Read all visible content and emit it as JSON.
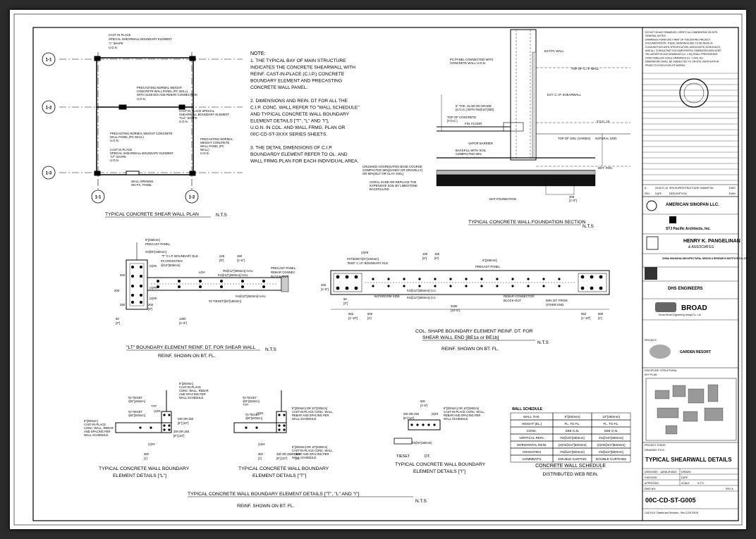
{
  "sheet_id": "00C-CD-ST-G005",
  "plan": {
    "title": "TYPICAL CONCRETE SHEAR WALL PLAN",
    "nts": "N.T.S",
    "grid_left": [
      "1-1",
      "1-2",
      "1-3"
    ],
    "grid_bottom": [
      "1-1",
      "1-2"
    ],
    "labels": [
      "CAST IN PLACE",
      "SPECIAL SHEARWALL BOUNDARY ELEMENT",
      "\"L\" SHAPE",
      "U.O.N.",
      "PRECASTING NORMAL WEIGHT",
      "CONCRETE WALL PANEL (PC WALL)",
      "WITH SLEEVES AND REBAR CONNECTION",
      "U.O.N.",
      "CAST IN PLACE SPECIAL",
      "SHEARWALL BOUNDARY ELEMENT",
      "\"Col.\" SHAPE",
      "U.O.N.",
      "PRECASTING NORMAL WEIGHT CONCRETE",
      "WALL PANEL (PC WALL)",
      "U.O.N.",
      "CAST IN PLACE",
      "SPECIAL SHEARWALL BOUNDARY ELEMENT",
      "\"LT\" SHAPE",
      "U.O.N.",
      "PRECASTING NORMAL",
      "WEIGHT CONCRETE",
      "WALL PANEL (PC",
      "WALL)",
      "U.O.N.",
      "WALL OPENING",
      "ON P.C. PANEL"
    ]
  },
  "notes": {
    "heading": "NOTE:",
    "lines": [
      "1. THE TYPICAL BAY OF MAIN STRUCTURE",
      "INDICATES THE CONCRETE SHEARWALL WITH",
      "REINF. CAST-IN-PLACE (C.I.P.) CONCRETE",
      "BOUNDARY ELEMENT AND PRECASTING",
      "CONCRETE WALL PANEL.",
      "",
      "2. DIMENSIONS AND REIN. DT FOR ALL THE",
      "C.I.P. CONC. WALL REFER TO \"WALL SCHEDULE\"",
      "AND TYPICAL   CONCRETE WALL BOUNDARY",
      "ELEMENT DETAILS [\"T\", \"L\" AND \"I\"],",
      "U.O.N. IN COL. AND WALL FRMG. PLAN OR",
      "00C-CD-ST-3XXX SERIES SHEETS.",
      "",
      "3. THE DETAIL DIMENSIONS OF C.I.P.",
      "BOUNDARDY ELEMENT REFER TO OL. AND",
      "WALL FRMG.PLAN FOR EACH INDIVIDUAL AREA."
    ]
  },
  "foundation": {
    "title": "TYPICAL CONCRETE WALL FOUNDATION SECTION",
    "nts": "N.T.S",
    "labels": [
      "EXT.PC WALL",
      "PC PANEL CONNECTED WITH",
      "CONCRETE WALL U.O.N.",
      "TOP OF C.I.P WALL",
      "EXT. C.I.P. SHEARWALL",
      "6\" THK. SLAB ON GRADE",
      "[S.O.G.] WITH #5@12\"[300]",
      "TOP OF CONCRETE",
      "[T.O.C.]",
      "FIN. FLOOR",
      "T.O.C. 1F",
      "TOP OF SOIL (VARIES)",
      "NATURAL GRD.",
      "VAPOR BARRIER",
      "BACKFILL WITH SOIL",
      "COMPACTED 95%",
      "BOT. FDN.",
      "CRUSHED AGGREGATED BASE COURSE",
      "COMPACTED 95%[SANDY OR GRAVELLY]",
      "OR 90%[SILT OR CLAY SOIL]",
      "CORAL SAND OR REPLACE THE",
      "EXPENSIVE SOIL BY LIMESTONE",
      "BACKFILLING",
      "MAT FOUNDATION",
      "305",
      "[1'-0\"]"
    ]
  },
  "lt": {
    "title": "\"LT\" BOUNDARY ELEMENT REINF. DT. FOR SHEAR WALL",
    "nts": "N.T.S",
    "sub": "REINF. SHOWN ON BT. FL.",
    "labels": [
      "8\"[250mm]",
      "PRECAST PANEL",
      "#3@6\"[150mm]",
      "\"T\" C.I.P. BOUNDARY ELE.",
      "#3 CROSSTIES",
      "@24\"[600mm]",
      "225",
      "[9\"]",
      "450",
      "[1'-6\"]",
      "#4@10\"[250mm] HAU.",
      "#4@10\"[250mm] HAU.",
      "#3 TIESET@6\"[150mm]",
      "PRECAST PANEL",
      "REBAR CONNEC",
      "BLOCK-OUT",
      "1300",
      "[4'-3\"]",
      "200",
      "[8\"]",
      "250",
      "250",
      "200",
      "50",
      "[2\"]",
      "(2)#6",
      "(2)#6",
      "(4)#6",
      "#6@12\"[300mm] HAU.",
      "LDH"
    ]
  },
  "col": {
    "title": "COL. SHAPE BOUNDARY ELEMENT REINF. DT. FOR",
    "title2": "SHEAR WALL END [BE1a or BE1b]",
    "nts": "N.T.S",
    "sub": "REINF. SHOWN ON BT. FL.",
    "labels": [
      "(3)#8",
      "#4TIESET@4\"[100mm]",
      "\"END\" C.I.P. BOUNDARY ELE.",
      "150",
      "[6\"]",
      "150",
      "[6\"]",
      "8\"[200mm]",
      "PRECAST PANEL",
      "BATHROOM SIDE",
      "#4@12\"[300mm] O.C.",
      "#4@12\"[300mm] O.C.",
      "REBAR CONNECTOR",
      "BLOCK-OUT",
      "MIN. DT. FROM",
      "OTHER END.",
      "3196",
      "[10'-6\"]",
      "552",
      "[1'-10\"]",
      "600",
      "[2']",
      "552",
      "[1'-10\"]",
      "600",
      "[2']",
      "450",
      "[1'-6\"]",
      "50",
      "[2\"]"
    ]
  },
  "l_det": {
    "title": "TYPICAL CONCRETE WALL BOUNDARY",
    "title2": "ELEMENT DETAILS [\"L\"]",
    "labels": [
      "8\"[200mm]",
      "CAST-IN-PLACE",
      "CONC. WALL, REBAR",
      "AND SPACING PER",
      "WALL SCHEDULE.",
      "#3 TIESET",
      "@6\"[150mm]",
      "TYP.",
      "(4)#4",
      "#3 TIESET",
      "@8\"[200mm]",
      "8\"[200mm]",
      "CAST-IN-PLACE",
      "CONC. WALL, REBAR",
      "AND SPACING PER",
      "WALL SCHEDULE.",
      "(2)#4",
      "200 OR 250",
      "[8\"] [10\"]",
      "300",
      "[1']",
      "200 OR 250",
      "[8\"] [10\"]"
    ]
  },
  "t_det": {
    "title": "TYPICAL CONCRETE WALL BOUNDARY",
    "title2": "ELEMENT DETAILS [\"T\"]",
    "labels": [
      "#3 TIESET",
      "@6\"[150mm]",
      "TYP.",
      "(4)#4",
      "#3 TIESET",
      "@8\"[200mm]",
      "8\"[200mm] OR 10\"[250mm]",
      "CAST-IN-PLACE CONC. WALL,",
      "REBAR AND SPACING PER",
      "WALL SCHEDULE.",
      "(2)#4",
      "8\"[200mm] OR 10\"[250mm]",
      "CAST-IN-PLACE CONC. WALL,",
      "REBAR AND SPACING PER",
      "WALL SCHEDULE.",
      "300",
      "[1']",
      "200 OR 250",
      "[8\"] [10\"]",
      "300",
      "[1']"
    ]
  },
  "i_det": {
    "title": "TYPICAL CONCRETE WALL BOUNDARY",
    "title2": "ELEMENT DETAILS [\"I\"]",
    "labels": [
      "500",
      "[1'-8\"]",
      "8\"[200mm] OR 10\"[250mm]",
      "CAST-IN-PLACE CONC. WALL,",
      "REBAR AND SPACING PER",
      "WALL SCHEDULE.",
      "(6)#4",
      "200 OR 250",
      "[8\"] [10\"]",
      "#3@6\"[150mm]"
    ],
    "tieset": "TIESET",
    "dt": "DT."
  },
  "schedule": {
    "title": "WALL SCHEDULE",
    "heading": "CONCRETE WALL SCHEDULE",
    "sub": "DISTRIBUTED WEB REIN.",
    "rows": [
      [
        "WALL THK.",
        "8\"[200mm]",
        "10\"[250mm]"
      ],
      [
        "HEIGHT [EL.]",
        "FL. TO FL.",
        "FL. TO FL."
      ],
      [
        "CONC.",
        "SEE G.N.",
        "SEE G.N."
      ],
      [
        "VERTICAL REIN.",
        "#4@10\"[250mm]",
        "#4@10\"[250mm]"
      ],
      [
        "HORIZONTAL REIN.",
        "(2)#3@24\"[600mm]",
        "(2)#3@24\"[600mm]"
      ],
      [
        "CROSSTIES",
        "#3@24\"[600mm]",
        "#3@24\"[600mm]"
      ],
      [
        "COMMENTS",
        "DOUBLE CURTAIN",
        "DOUBLE CURTAINS"
      ]
    ]
  },
  "bottom": {
    "title": "TYPICAL   CONCRETE WALL BOUNDARY ELEMENT DETAILS [\"T\", \"L\" AND \"I\"]",
    "nts": "N.T.S",
    "sub": "REINF. SHOWN ON BT. FL."
  },
  "title_block": {
    "general_notes": [
      "DO NOT SCALE DRAWINGS, VERIFY ALL DIMENSIONS ON SITE.",
      "GENERAL NOTES:",
      "DRAWINGS FORM ONLY PART OF THE ENTIRE PROJECT",
      "DOCUMENTATION. THESE DRAWINGS ARE TO BE READ IN",
      "CONJUNCTION WITH SPECIFICATION, ASSOCIATED SCHEDULES,",
      "AND ALL CONSULTANT DOCUMENTATION. DIMENSION INDICATED",
      "ON LARGER SCALE DRAWINGS (i.e. 1:50) SHALL PRECEDENCE",
      "OVER SMALLER SCALE DRAWINGS (i.e. 1:200). ALL",
      "DIMENSIONS SHALL BE SUBJECTED TO ON-SITE VERIFICATION",
      "PRIOR TO EXECUTION OF WORKS."
    ],
    "rev_row": [
      "A",
      "2018.07.15",
      "SPA SUPERSTRUCTURE SUBMITTAL",
      "DWG"
    ],
    "rev_head": [
      "REV",
      "DATE",
      "DESCRIPTION",
      "DWN"
    ],
    "firms": [
      "AMERICAN SINOPAN LLC.",
      "STJ Pacific Architects, Inc.",
      "HENRY K. PANGELINAN",
      "& ASSOCIATES",
      "CHINA SHANGHAI ARCHITECTURAL DESIGN & RESEARCH INSTITUTE CO.,LTD",
      "DHS ENGINEERS",
      "BROAD",
      "Hunan Broad Engineering Design Co., Ltd"
    ],
    "project_label": "PROJECT:",
    "project": "GARDEN RESORT",
    "discipline": "DISCIPLINE: STRUCTURAL",
    "keyplan": "KEY PLAN",
    "stage_label": "PROJECT STAGE:",
    "drawing_title_label": "DRAWING TITLE:",
    "drawing_title": "TYPICAL SHEARWALL DETAILS",
    "designed": "DESIGNED",
    "designer": "JABIN ZHANG",
    "drawn": "DRAWN",
    "checked": "CHECKED",
    "date": "DATE",
    "approved": "APPROVED",
    "scale": "SCALE",
    "scale_val": "N.T.S",
    "dwg_no": "DWG NO:",
    "rev": "REV A",
    "cad_file": "CAD FILE: Details and Sections - Rev.3-20170515"
  }
}
